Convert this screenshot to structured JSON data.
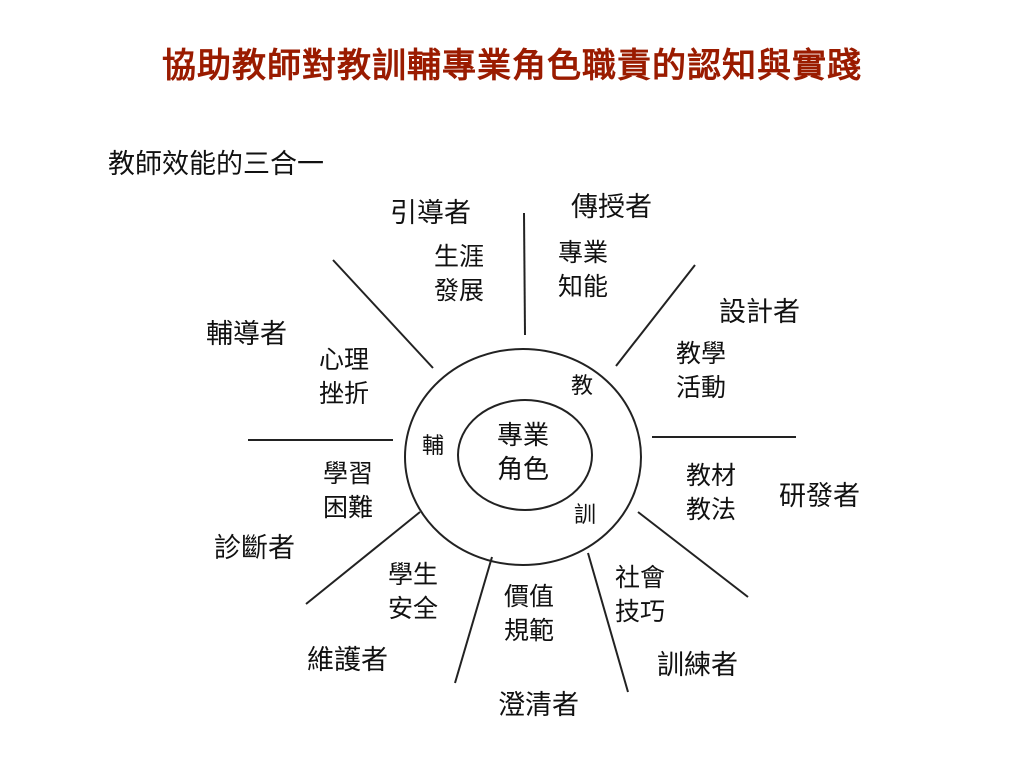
{
  "title": "協助教師對教訓輔專業角色職責的認知與實踐",
  "subtitle": "教師效能的三合一",
  "diagram": {
    "center": {
      "line1": "專業",
      "line2": "角色"
    },
    "ring_labels": {
      "teach": "教",
      "guide": "輔",
      "discipline": "訓"
    },
    "roles": {
      "guide": "引導者",
      "instructor": "傳授者",
      "designer": "設計者",
      "counselor": "輔導者",
      "developer": "研發者",
      "diagnostician": "診斷者",
      "protector": "維護者",
      "clarifier": "澄清者",
      "trainer": "訓練者"
    },
    "areas": {
      "career": {
        "line1": "生涯",
        "line2": "發展"
      },
      "expertise": {
        "line1": "專業",
        "line2": "知能"
      },
      "teaching_activity": {
        "line1": "教學",
        "line2": "活動"
      },
      "psychology": {
        "line1": "心理",
        "line2": "挫折"
      },
      "materials_methods": {
        "line1": "教材",
        "line2": "教法"
      },
      "learning_difficulty": {
        "line1": "學習",
        "line2": "困難"
      },
      "student_safety": {
        "line1": "學生",
        "line2": "安全"
      },
      "values_norms": {
        "line1": "價值",
        "line2": "規範"
      },
      "social_skills": {
        "line1": "社會",
        "line2": "技巧"
      }
    }
  }
}
